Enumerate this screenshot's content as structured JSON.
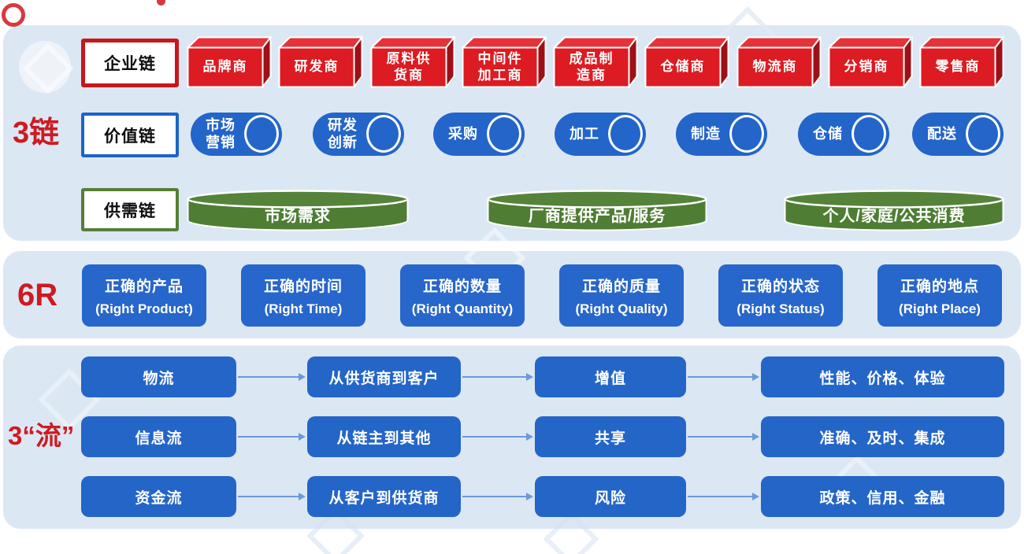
{
  "chains": {
    "label": "3链",
    "enterprise": {
      "label": "企业链",
      "items": [
        "品牌商",
        "研发商",
        "原料供\n货商",
        "中间件\n加工商",
        "成品制\n造商",
        "仓储商",
        "物流商",
        "分销商",
        "零售商"
      ]
    },
    "value": {
      "label": "价值链",
      "items": [
        "市场\n营销",
        "研发\n创新",
        "采购",
        "加工",
        "制造",
        "仓储",
        "配送"
      ]
    },
    "supply": {
      "label": "供需链",
      "items": [
        "市场需求",
        "厂商提供产品/服务",
        "个人/家庭/公共消费"
      ]
    }
  },
  "six_r": {
    "label": "6R",
    "items": [
      {
        "cn": "正确的产品",
        "en": "(Right Product)"
      },
      {
        "cn": "正确的时间",
        "en": "(Right Time)"
      },
      {
        "cn": "正确的数量",
        "en": "(Right Quantity)"
      },
      {
        "cn": "正确的质量",
        "en": "(Right Quality)"
      },
      {
        "cn": "正确的状态",
        "en": "(Right Status)"
      },
      {
        "cn": "正确的地点",
        "en": "(Right Place)"
      }
    ]
  },
  "flows": {
    "label": "3“流”",
    "rows": [
      {
        "name": "物流",
        "direction": "从供货商到客户",
        "feature": "增值",
        "attributes": "性能、价格、体验"
      },
      {
        "name": "信息流",
        "direction": "从链主到其他",
        "feature": "共享",
        "attributes": "准确、及时、集成"
      },
      {
        "name": "资金流",
        "direction": "从客户到供货商",
        "feature": "风险",
        "attributes": "政策、信用、金融"
      }
    ]
  },
  "colors": {
    "panel_bg": "#dce7f4",
    "red_front": "#dd1b22",
    "red_top": "#e63239",
    "red_side": "#9e1016",
    "enterprise_border": "#c8161c",
    "value_border": "#1e63c8",
    "supply_border": "#567f35",
    "blue_fill": "#2365c9",
    "green_fill": "#4e7d33",
    "green_top": "#55833a",
    "section_label_red": "#ce1a21",
    "arrow": "#6b9ad9"
  }
}
